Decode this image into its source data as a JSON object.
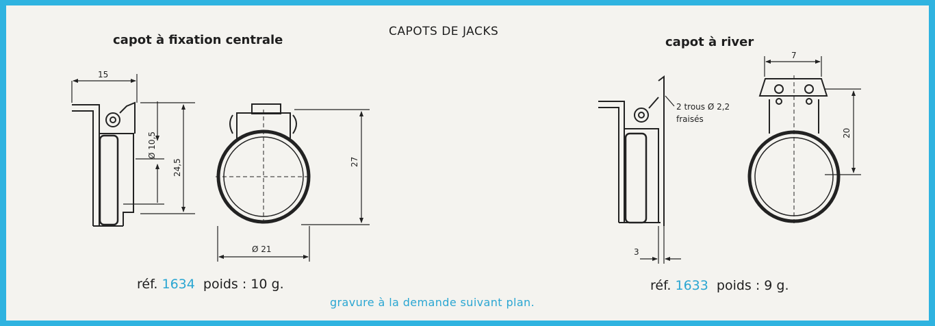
{
  "title": "CAPOTS DE JACKS",
  "left_part": {
    "heading": "capot à fixation centrale",
    "ref_prefix": "réf.",
    "ref_number": "1634",
    "weight": "poids : 10 g.",
    "dims": {
      "width_15": "15",
      "hole_dia": "Ø 10,5",
      "height_245": "24,5",
      "height_27": "27",
      "dia_21": "Ø 21"
    }
  },
  "right_part": {
    "heading": "capot à river",
    "ref_prefix": "réf.",
    "ref_number": "1633",
    "weight": "poids : 9 g.",
    "dims": {
      "width_7": "7",
      "holes_line1": "2 trous Ø 2,2",
      "holes_line2": "fraisés",
      "height_20": "20",
      "thickness_3": "3"
    }
  },
  "footer": "gravure à la demande suivant plan.",
  "colors": {
    "frame": "#2fb3e0",
    "paper": "#f4f3ef",
    "accent": "#2aa6d2",
    "ink": "#1e1e1e"
  }
}
